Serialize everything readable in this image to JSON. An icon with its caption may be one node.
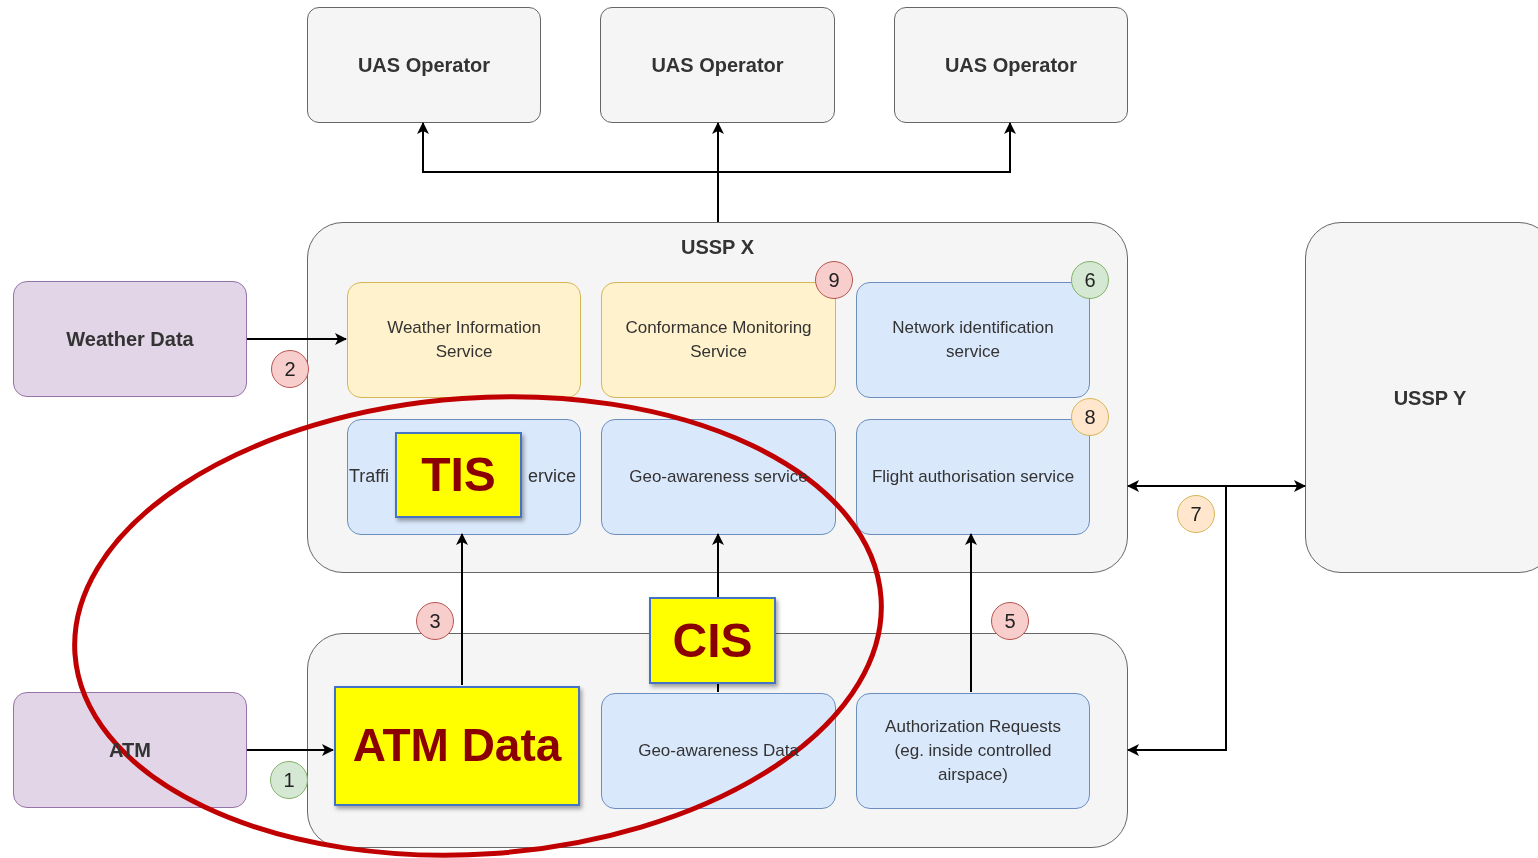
{
  "diagram": {
    "nodes": [
      {
        "text": [
          "UAS Operator"
        ]
      },
      {
        "text": [
          "UAS Operator"
        ]
      },
      {
        "text": [
          "UAS Operator"
        ]
      },
      {
        "text": [
          "USSP X"
        ]
      },
      {
        "text": [
          "Weather Information Service"
        ],
        "in": 3
      },
      {
        "text": [
          "Conformance Monitoring Service"
        ],
        "in": 3
      },
      {
        "text": [
          "Network identification service"
        ],
        "in": 3
      },
      {
        "text": [
          "Traffi",
          "ervice"
        ],
        "in": 3
      },
      {
        "text": [
          "TIS"
        ],
        "in": 7
      },
      {
        "text": [
          "Geo-awareness service"
        ],
        "in": 3
      },
      {
        "text": [
          "Flight authorisation service"
        ],
        "in": 3
      },
      {
        "text": [
          "Weather Data"
        ]
      },
      {
        "text": [
          "USSP Y"
        ]
      },
      {
        "text": [
          "CIS"
        ]
      },
      {
        "text": [],
        "shape": "box"
      },
      {
        "text": [
          "ATM"
        ]
      },
      {
        "text": [
          "ATM Data"
        ],
        "in": 14
      },
      {
        "text": [
          "Geo-awareness Data"
        ],
        "in": 14
      },
      {
        "text": [
          "Authorization Requests (eg. inside controlled airspace)"
        ],
        "in": 14
      },
      {
        "text": [
          "9"
        ],
        "in": 3
      },
      {
        "text": [
          "6"
        ],
        "in": 3
      },
      {
        "text": [
          "2"
        ]
      },
      {
        "text": [
          "8"
        ],
        "in": 3
      },
      {
        "text": [
          "7"
        ]
      },
      {
        "text": [
          "3"
        ]
      },
      {
        "text": [
          "5"
        ]
      },
      {
        "text": [
          "1"
        ]
      }
    ],
    "edges": [
      {
        "from": 3,
        "to": 0,
        "arrow": "to"
      },
      {
        "from": 3,
        "to": 1,
        "arrow": "to"
      },
      {
        "from": 3,
        "to": 2,
        "arrow": "to"
      },
      {
        "from": 11,
        "to": 4,
        "arrow": "to"
      },
      {
        "from": 15,
        "to": 16,
        "arrow": "to"
      },
      {
        "from": 16,
        "to": 7,
        "arrow": "to"
      },
      {
        "from": 17,
        "to": 13,
        "arrow": "none"
      },
      {
        "from": 13,
        "to": 9,
        "arrow": "to"
      },
      {
        "from": 18,
        "to": 10,
        "arrow": "to"
      },
      {
        "from": 3,
        "to": 12,
        "arrow": "both"
      },
      {
        "from": 12,
        "to": 14,
        "arrow": "to"
      }
    ]
  }
}
